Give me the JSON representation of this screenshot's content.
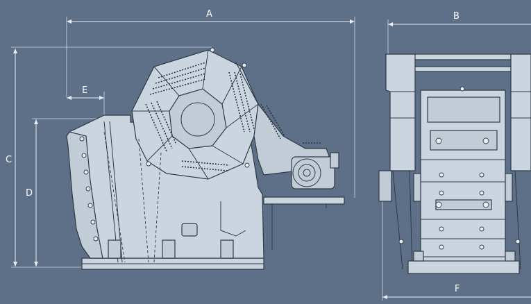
{
  "labels": {
    "A": "A",
    "B": "B",
    "C": "C",
    "D": "D",
    "E": "E",
    "F": "F"
  },
  "colors": {
    "background": "#5d7088",
    "machine_fill": "#cbd5df",
    "outline": "#2f3a46",
    "dimension_line": "#e8eef5"
  },
  "icons": [
    "dimension-arrow-icon"
  ]
}
